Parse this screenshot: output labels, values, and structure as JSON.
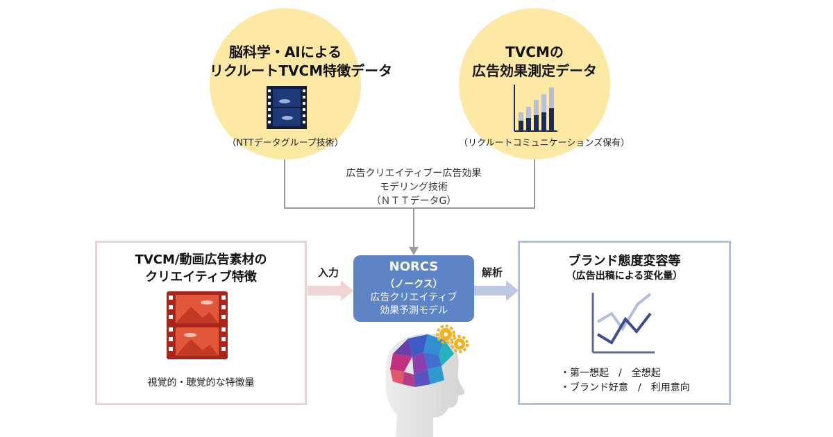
{
  "top_left": {
    "title_lines": [
      "脳科学・AIによる",
      "リクルートTVCM特徴データ"
    ],
    "note": "（NTTデータグループ技術）",
    "icon": "film-strip-icon",
    "color": "#fde9a4"
  },
  "top_right": {
    "title_lines": [
      "TVCMの",
      "広告効果測定データ"
    ],
    "note": "（リクルートコミュニケーションズ保有）",
    "icon": "bar-chart-icon",
    "color": "#fde9a4"
  },
  "connector": {
    "lines": [
      "広告クリエイティブー広告効果",
      "モデリング技術",
      "（ＮＴＴデータG）"
    ]
  },
  "left_box": {
    "title_lines": [
      "TVCM/動画広告素材の",
      "クリエイティブ特徴"
    ],
    "caption": "視覚的・聴覚的な特徴量",
    "icon": "red-film-strip-icon",
    "border_color": "#f0cfcf"
  },
  "input_arrow": {
    "label": "入力"
  },
  "model": {
    "title": "NORCS",
    "reading": "（ノークス）",
    "desc_lines": [
      "広告クリエイティブ",
      "効果予測モデル"
    ],
    "color": "#5d84c6"
  },
  "output_arrow": {
    "label": "解析"
  },
  "right_box": {
    "title": "ブランド態度変容等",
    "subtitle": "（広告出稿による変化量）",
    "bullets": [
      "・第一想起　/　全想起",
      "・ブランド好意　/　利用意向"
    ],
    "icon": "line-chart-icon",
    "border_color": "#b4bfe0"
  },
  "brain_icon": "human-head-brain-icon",
  "gear_icon": "gears-icon"
}
